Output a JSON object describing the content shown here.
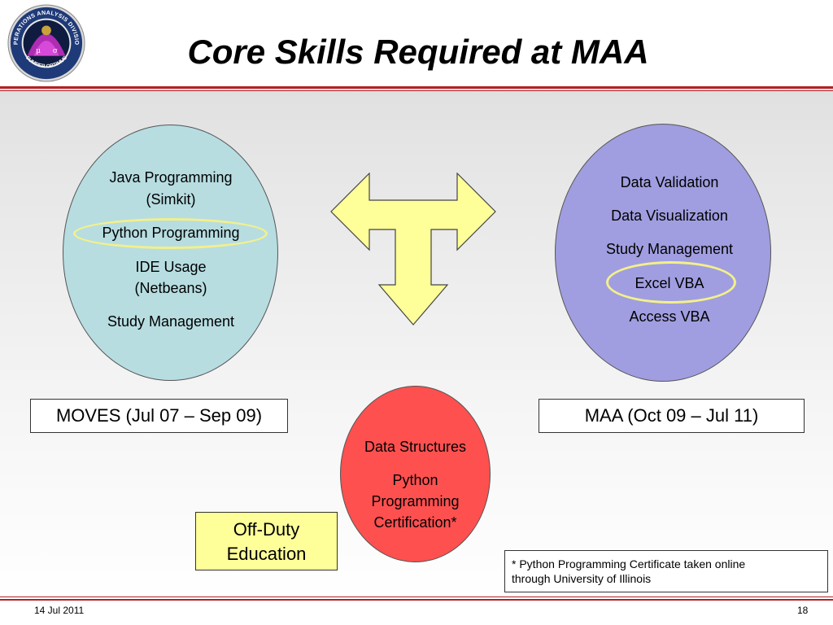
{
  "title": "Core Skills Required at MAA",
  "logo": {
    "top_text": "OPERATIONS ANALYSIS DIVISION",
    "bottom_text": "SUMPER OPTIMUS",
    "symbols": [
      "μ",
      "σ"
    ],
    "colors": {
      "ring": "#1f3a78",
      "inner": "#0f1c3f",
      "peak": "#c030c0"
    }
  },
  "left_oval": {
    "items": [
      "Java Programming",
      "(Simkit)",
      "Python Programming",
      "IDE Usage",
      "(Netbeans)",
      "Study Management"
    ],
    "highlighted": "Python Programming",
    "color": "#b7dde1"
  },
  "right_oval": {
    "items": [
      "Data Validation",
      "Data Visualization",
      "Study Management",
      "Excel VBA",
      "Access VBA"
    ],
    "highlighted": "Excel VBA",
    "color": "#a09ee0"
  },
  "bottom_oval": {
    "items": [
      "Data Structures",
      "Python",
      "Programming",
      "Certification*"
    ],
    "color": "#ff5050"
  },
  "left_label": "MOVES (Jul 07 – Sep 09)",
  "right_label": "MAA (Oct 09 – Jul 11)",
  "offduty": {
    "line1": "Off-Duty",
    "line2": "Education"
  },
  "footnote": {
    "line1": "* Python Programming Certificate taken online",
    "line2": "through University of Illinois"
  },
  "footer": {
    "date": "14 Jul 2011",
    "page": "18"
  },
  "arrow": {
    "shape": "three-way-arrow",
    "fill": "#ffff99"
  },
  "accent_color": "#b52025"
}
